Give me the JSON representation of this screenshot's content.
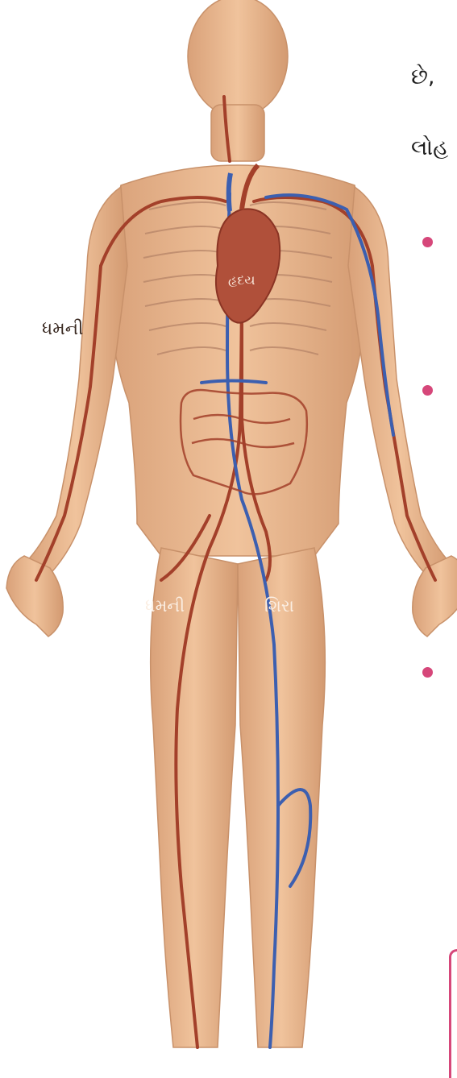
{
  "labels": {
    "artery_left": "ધમની",
    "artery_center": "ધમની",
    "vein": "શિરા",
    "heart": "હૃદય"
  },
  "side_text": {
    "line1": "છે,",
    "line2": "લોહ"
  },
  "colors": {
    "skin": "#e8b58d",
    "skin_shadow": "#c98f66",
    "artery": "#a3402a",
    "vein": "#3c5fb0",
    "heart": "#b0503a",
    "bullet": "#d6477a",
    "callout": "#d6477a"
  }
}
